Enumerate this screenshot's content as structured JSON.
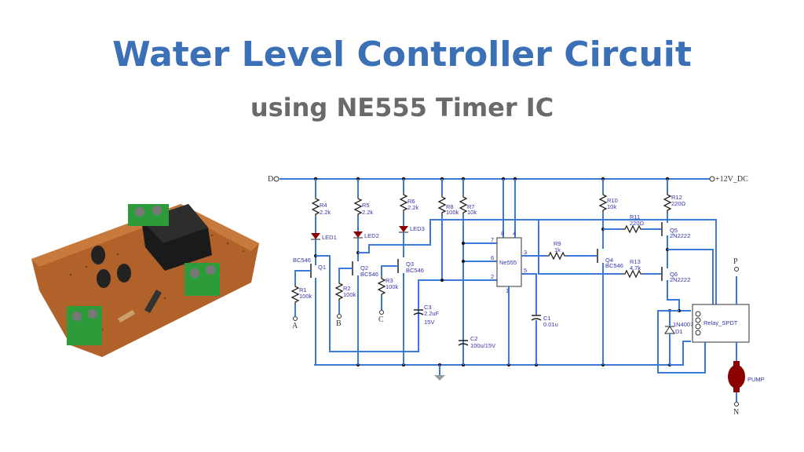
{
  "title": "Water Level Controller Circuit",
  "subtitle": "using NE555 Timer IC",
  "schematic": {
    "terminals": {
      "d": "D",
      "vcc": "+12V_DC",
      "a": "A",
      "b": "B",
      "c": "C",
      "p": "P",
      "n": "N"
    },
    "r4": {
      "name": "R4",
      "value": "2.2k"
    },
    "r5": {
      "name": "R5",
      "value": "2.2k"
    },
    "r6": {
      "name": "R6",
      "value": "2.2k"
    },
    "r8": {
      "name": "R8",
      "value": "100k"
    },
    "r7": {
      "name": "R7",
      "value": "10k"
    },
    "r1": {
      "name": "R1",
      "value": "100k"
    },
    "r2": {
      "name": "R2",
      "value": "100k"
    },
    "r3": {
      "name": "R3",
      "value": "100k"
    },
    "r9": {
      "name": "R9",
      "value": "1k"
    },
    "r10": {
      "name": "R10",
      "value": "10k"
    },
    "r11": {
      "name": "R11",
      "value": "220Ω"
    },
    "r12": {
      "name": "R12",
      "value": "220Ω"
    },
    "r13": {
      "name": "R13",
      "value": "4.7k"
    },
    "led1": "LED1",
    "led2": "LED2",
    "led3": "LED3",
    "q1": {
      "name": "Q1",
      "type": "BC546"
    },
    "q2": {
      "name": "Q2",
      "type": "BC546"
    },
    "q3": {
      "name": "Q3",
      "type": "BC546"
    },
    "q4": {
      "name": "Q4",
      "type": "BC546"
    },
    "q5": {
      "name": "Q5",
      "type": "2N2222"
    },
    "q6": {
      "name": "Q6",
      "type": "2N2222"
    },
    "c1": {
      "name": "C1",
      "value": "0.01u"
    },
    "c2": {
      "name": "C2",
      "value": "100u/15V"
    },
    "c3": {
      "name": "C3",
      "value": "2.2uF",
      "rating": "15V"
    },
    "d1": {
      "name": "D1",
      "type": "1N4007"
    },
    "ic": {
      "name": "Ne555",
      "pins": [
        "8",
        "4",
        "7",
        "6",
        "2",
        "3",
        "5",
        "1"
      ]
    },
    "relay": "Relay_SPDT",
    "pump": "PUMP"
  }
}
